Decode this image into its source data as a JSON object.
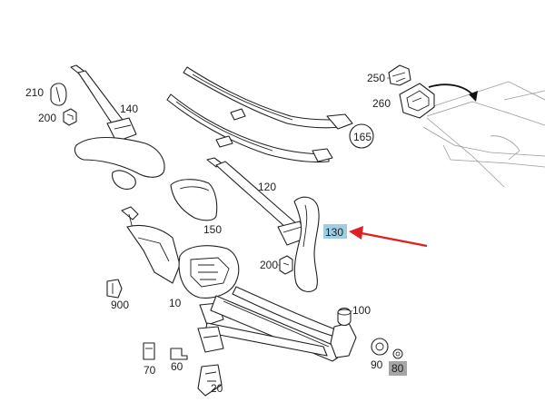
{
  "labels": {
    "p210": "210",
    "p200a": "200",
    "p140": "140",
    "p250": "250",
    "p260": "260",
    "p165": "165",
    "p120": "120",
    "p150": "150",
    "p130": "130",
    "p200b": "200",
    "p900": "900",
    "p10": "10",
    "p100": "100",
    "p70": "70",
    "p60": "60",
    "p90": "90",
    "p80": "80",
    "p20": "20"
  },
  "colors": {
    "highlight": "#9fcde4",
    "arrow": "#e02020",
    "gray_box": "#a6a6a6",
    "line": "#222222"
  }
}
